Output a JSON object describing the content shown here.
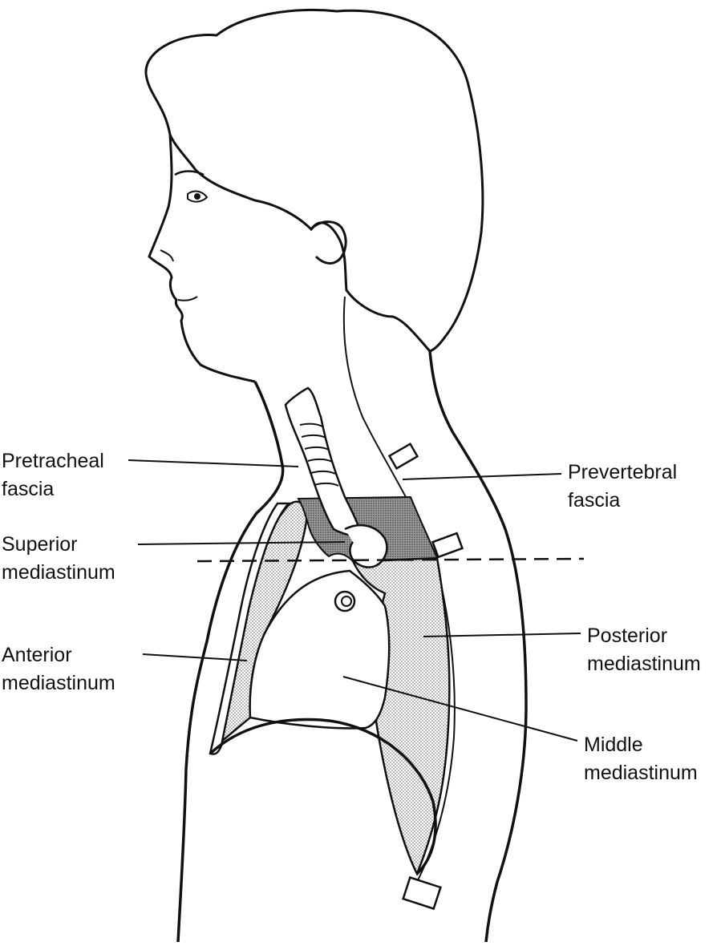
{
  "labels": {
    "pretracheal": {
      "line1": "Pretracheal",
      "line2": "fascia"
    },
    "superior": {
      "line1": "Superior",
      "line2": "mediastinum"
    },
    "anterior": {
      "line1": "Anterior",
      "line2": "mediastinum"
    },
    "prevertebral": {
      "line1": "Prevertebral",
      "line2": "fascia"
    },
    "posterior": {
      "line1": "Posterior",
      "line2": "mediastinum"
    },
    "middle": {
      "line1": "Middle",
      "line2": "mediastinum"
    }
  },
  "colors": {
    "ink": "#111111",
    "light_stipple": "#cfcfcf",
    "dark_stipple": "#8c8c8c",
    "background": "#ffffff"
  }
}
